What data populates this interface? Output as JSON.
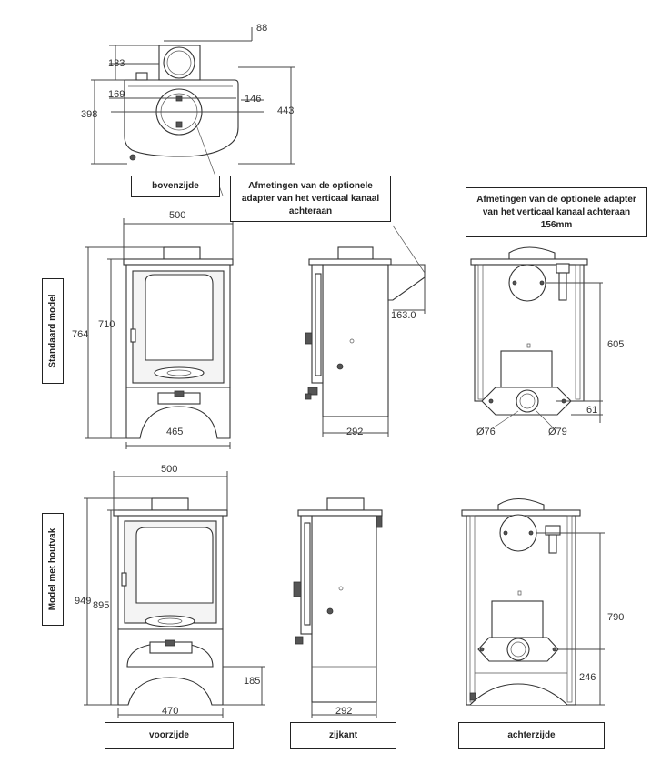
{
  "top_view": {
    "label": "bovenzijde",
    "dims": {
      "d88": "88",
      "d133": "133",
      "d169": "169",
      "d398": "398",
      "d146": "146",
      "d443": "443"
    }
  },
  "adapter_note_middle": {
    "line1": "Afmetingen van de optionele",
    "line2": "adapter van het verticaal kanaal",
    "line3": "achteraan"
  },
  "adapter_note_right": {
    "line1": "Afmetingen van de optionele adapter",
    "line2": "van het verticaal kanaal achteraan",
    "line3": "156mm"
  },
  "row_labels": {
    "standard": "Standaard model",
    "log_store": "Model met houtvak"
  },
  "standard_model": {
    "front": {
      "width_top": "500",
      "height_total": "764",
      "height_body": "710",
      "width_base": "465"
    },
    "side": {
      "adapter_depth": "163.0",
      "depth": "292"
    },
    "rear": {
      "height_outlet": "605",
      "height_low": "61",
      "dia_left": "Ø76",
      "dia_right": "Ø79"
    }
  },
  "logstore_model": {
    "front": {
      "width_top": "500",
      "height_total": "949",
      "height_body": "895",
      "height_store": "185",
      "width_base": "470"
    },
    "side": {
      "depth": "292"
    },
    "rear": {
      "height_outlet": "790",
      "height_low": "246"
    }
  },
  "view_labels": {
    "front": "voorzijde",
    "side": "zijkant",
    "rear": "achterzijde"
  }
}
